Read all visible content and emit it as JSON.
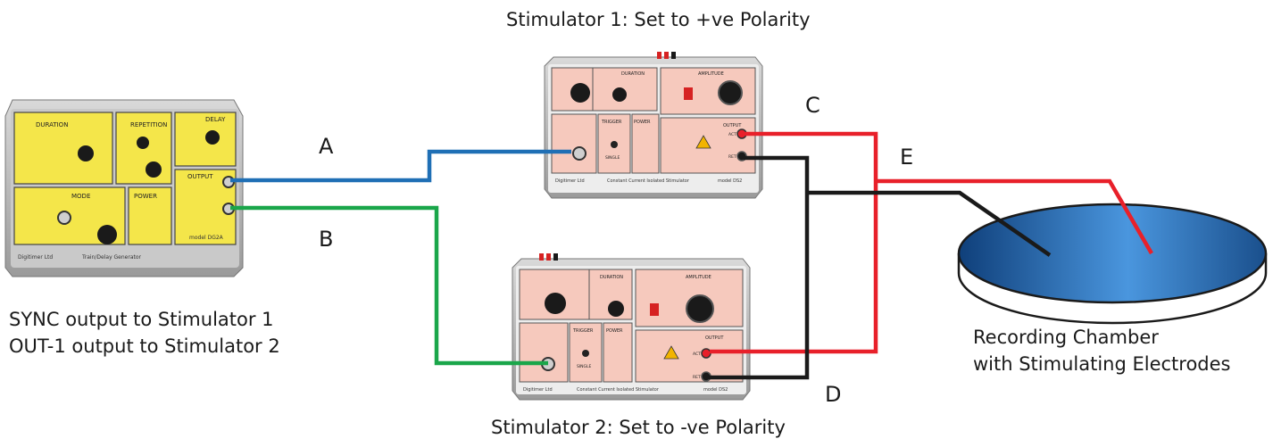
{
  "labels": {
    "stimulator1_title": "Stimulator 1: Set to +ve Polarity",
    "stimulator2_title": "Stimulator 2: Set to -ve Polarity",
    "sync_note_line1": "SYNC output to Stimulator 1",
    "sync_note_line2": "OUT-1 output to Stimulator 2",
    "chamber_line1": "Recording Chamber",
    "chamber_line2": "with Stimulating Electrodes",
    "wire_a": "A",
    "wire_b": "B",
    "wire_c": "C",
    "wire_d": "D",
    "wire_e": "E"
  },
  "generator_panel": {
    "duration": "DURATION",
    "repetition": "REPETITION",
    "delay": "DELAY",
    "mode": "MODE",
    "power": "POWER",
    "output": "OUTPUT",
    "brand": "Digitimer Ltd",
    "subtitle": "Train/Delay Generator",
    "model": "model DG2A"
  },
  "stimulator_panel": {
    "duration": "DURATION",
    "amplitude": "AMPLITUDE",
    "trigger": "TRIGGER",
    "power": "POWER",
    "output": "OUTPUT",
    "single": "SINGLE",
    "act": "ACT",
    "ret": "RET",
    "brand": "Digitimer Ltd",
    "subtitle": "Constant Current Isolated Stimulator",
    "model": "model DS2"
  },
  "colors": {
    "wire_a": "#1f6fb5",
    "wire_b": "#1aa64a",
    "wire_red": "#e8202a",
    "wire_black": "#1a1a1a",
    "generator_face": "#f4e64a",
    "stimulator_face": "#f6c9bd",
    "chamber_fluid": "#2f7fd0"
  }
}
